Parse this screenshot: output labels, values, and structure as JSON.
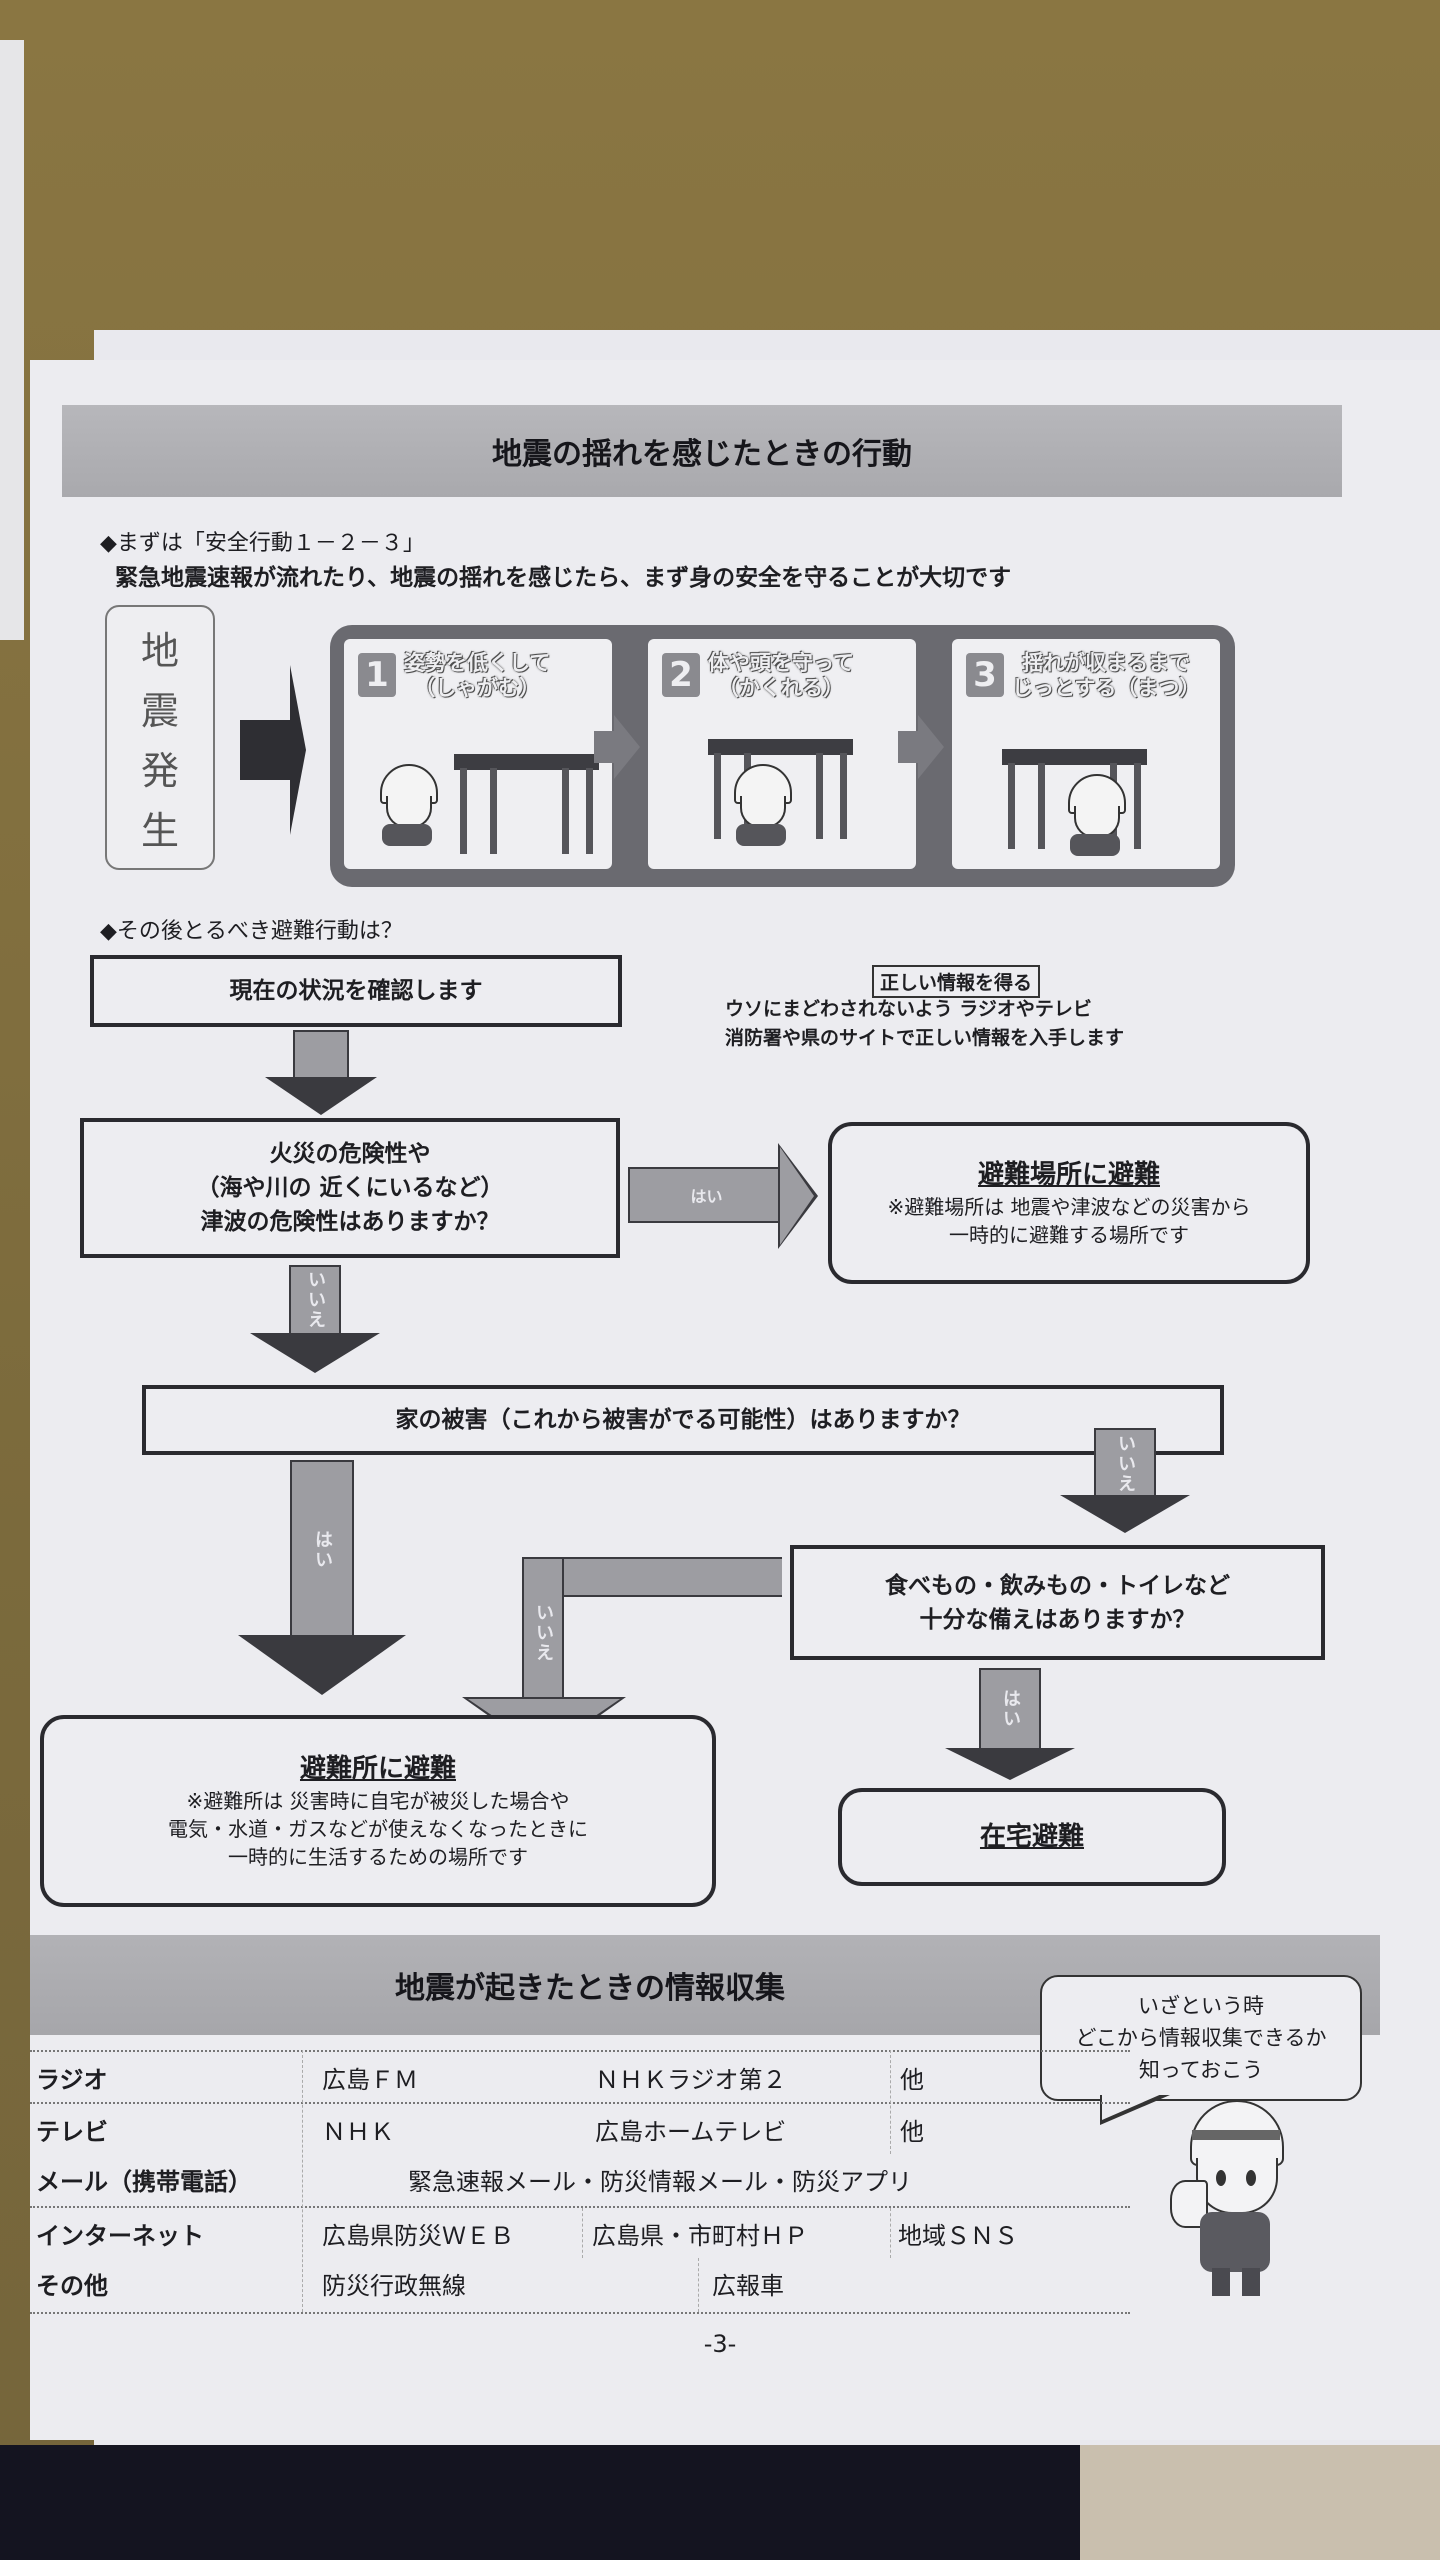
{
  "section1": {
    "title": "地震の揺れを感じたときの行動",
    "lead_heading": "◆まずは「安全行動１－２－３」",
    "lead_text": "緊急地震速報が流れたり、地震の揺れを感じたら、まず身の安全を守ることが大切です",
    "trigger_chars": [
      "地",
      "震",
      "発",
      "生"
    ],
    "steps": [
      {
        "number": "1",
        "line1": "姿勢を低くして",
        "line2": "（しゃがむ）"
      },
      {
        "number": "2",
        "line1": "体や頭を守って",
        "line2": "（かくれる）"
      },
      {
        "number": "3",
        "line1": "揺れが収まるまで",
        "line2": "じっとする（まつ）"
      }
    ]
  },
  "flow": {
    "heading": "◆その後とるべき避難行動は？",
    "confirm": "現在の状況を確認します",
    "info_label": "正しい情報を得る",
    "info_line1": "ウソにまどわされないよう ラジオやテレビ",
    "info_line2": "消防署や県のサイトで正しい情報を入手します",
    "q1": [
      "火災の危険性や",
      "（海や川の 近くにいるなど）",
      "津波の危険性はありますか？"
    ],
    "yes_label": "はい",
    "no_label": "いいえ",
    "evac_place": {
      "title": "避難場所に避難",
      "note1": "※避難場所は 地震や津波などの災害から",
      "note2": "一時的に避難する場所です"
    },
    "q2": "家の被害（これから被害がでる可能性）はありますか？",
    "q3": [
      "食べもの・飲みもの・トイレなど",
      "十分な備えはありますか？"
    ],
    "shelter": {
      "title": "避難所に避難",
      "note1": "※避難所は 災害時に自宅が被災した場合や",
      "note2": "電気・水道・ガスなどが使えなくなったときに",
      "note3": "一時的に生活するための場所です"
    },
    "home": {
      "title": "在宅避難"
    }
  },
  "section2": {
    "title": "地震が起きたときの情報収集",
    "bubble": [
      "いざという時",
      "どこから情報収集できるか",
      "知っておこう"
    ],
    "rows": [
      {
        "label": "ラジオ",
        "cells": [
          "広島ＦＭ",
          "ＮＨＫラジオ第２",
          "他"
        ]
      },
      {
        "label": "テレビ",
        "cells": [
          "ＮＨＫ",
          "広島ホームテレビ",
          "他"
        ]
      },
      {
        "label": "メール（携帯電話）",
        "cells": [
          "緊急速報メール・防災情報メール・防災アプリ"
        ]
      },
      {
        "label": "インターネット",
        "cells": [
          "広島県防災ＷＥＢ",
          "広島県・市町村ＨＰ",
          "地域ＳＮＳ"
        ]
      },
      {
        "label": "その他",
        "cells": [
          "防災行政無線",
          "広報車"
        ]
      }
    ]
  },
  "page_number": "-3-"
}
